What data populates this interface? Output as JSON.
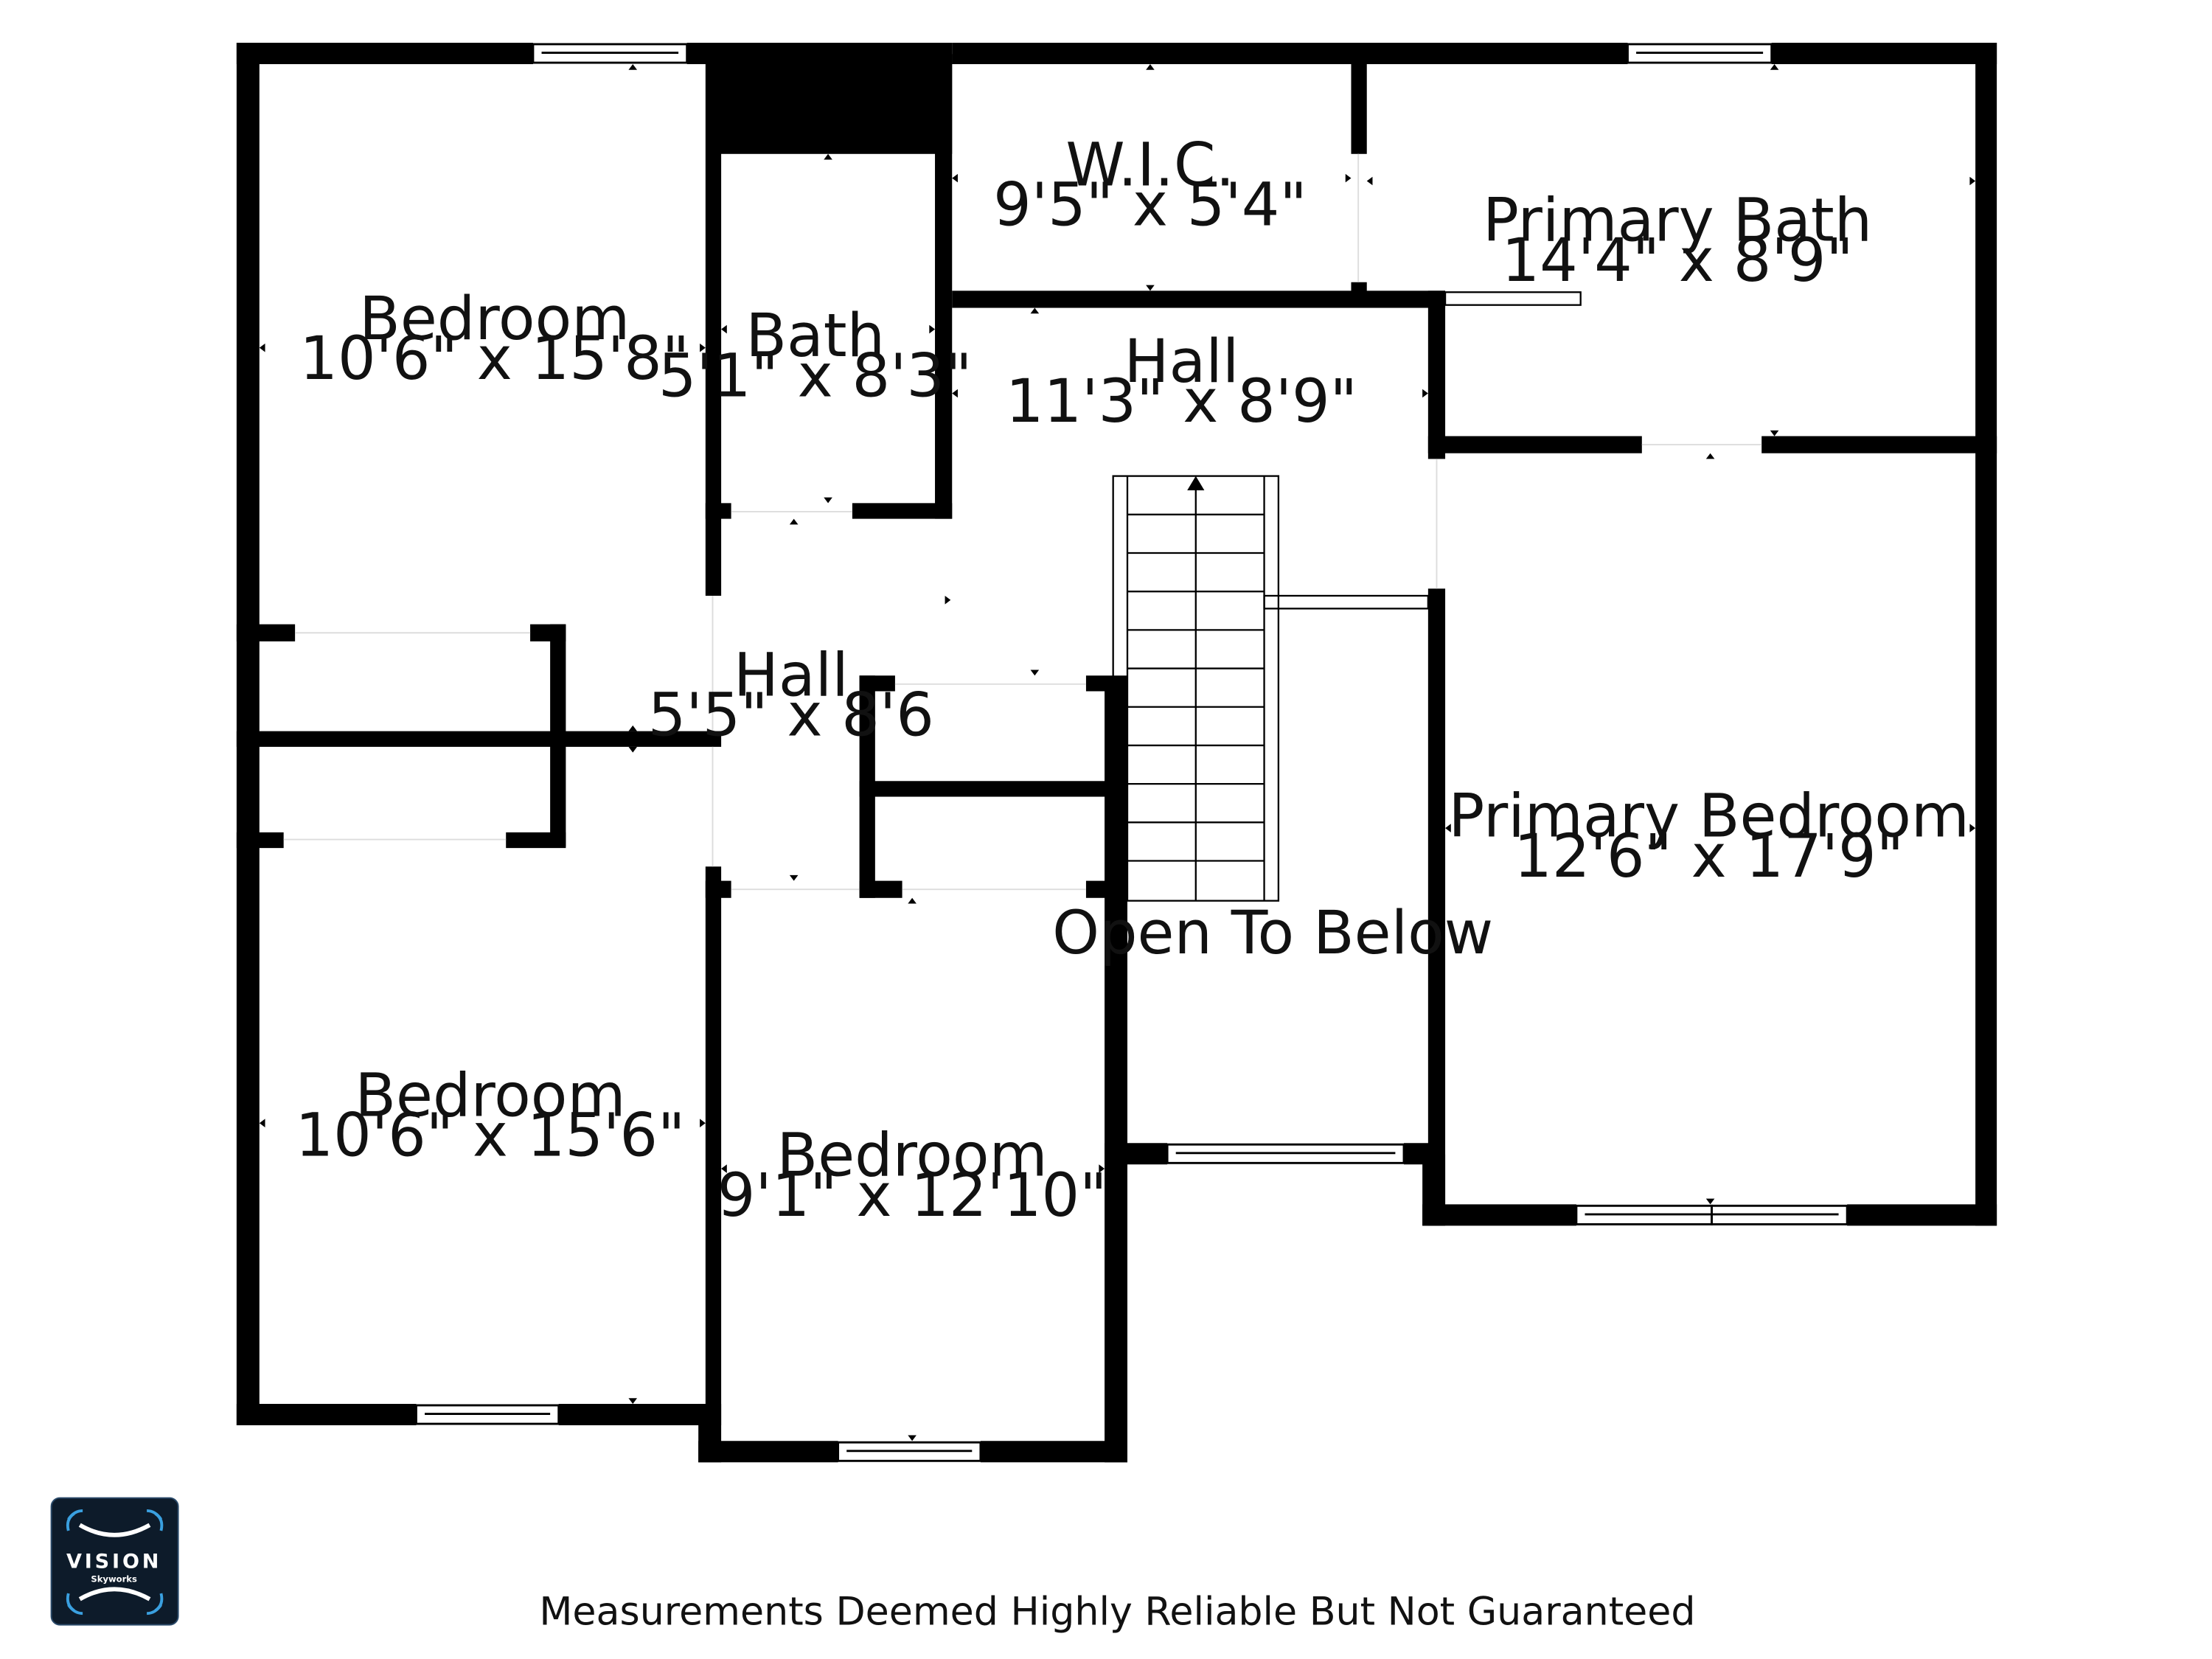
{
  "rooms": [
    {
      "id": "bedroom-1",
      "label": "Bedroom",
      "dims": "10'6\" x 15'8\""
    },
    {
      "id": "bath",
      "label": "Bath",
      "dims": "5'1\" x 8'3\""
    },
    {
      "id": "wic",
      "label": "W.I.C.",
      "dims": "9'5\" x 5'4\""
    },
    {
      "id": "primary-bath",
      "label": "Primary Bath",
      "dims": "14'4\" x 8'9\""
    },
    {
      "id": "hall-upper",
      "label": "Hall",
      "dims": "11'3\" x 8'9\""
    },
    {
      "id": "hall-lower",
      "label": "Hall",
      "dims": "5'5\" x 8'6"
    },
    {
      "id": "primary-bedroom",
      "label": "Primary Bedroom",
      "dims": "12'6\" x 17'9\""
    },
    {
      "id": "open-to-below",
      "label": "Open To Below",
      "dims": ""
    },
    {
      "id": "bedroom-2",
      "label": "Bedroom",
      "dims": "10'6\" x 15'6\""
    },
    {
      "id": "bedroom-3",
      "label": "Bedroom",
      "dims": "9'1\" x 12'10\""
    }
  ],
  "footer": {
    "disclaimer": "Measurements Deemed Highly Reliable But Not Guaranteed"
  },
  "logo": {
    "name": "VISION",
    "sub": "Skyworks"
  },
  "colors": {
    "wall": "#000000",
    "background": "#ffffff",
    "logo_bg": "#0d1b2a",
    "logo_accent": "#3aa0e0"
  }
}
